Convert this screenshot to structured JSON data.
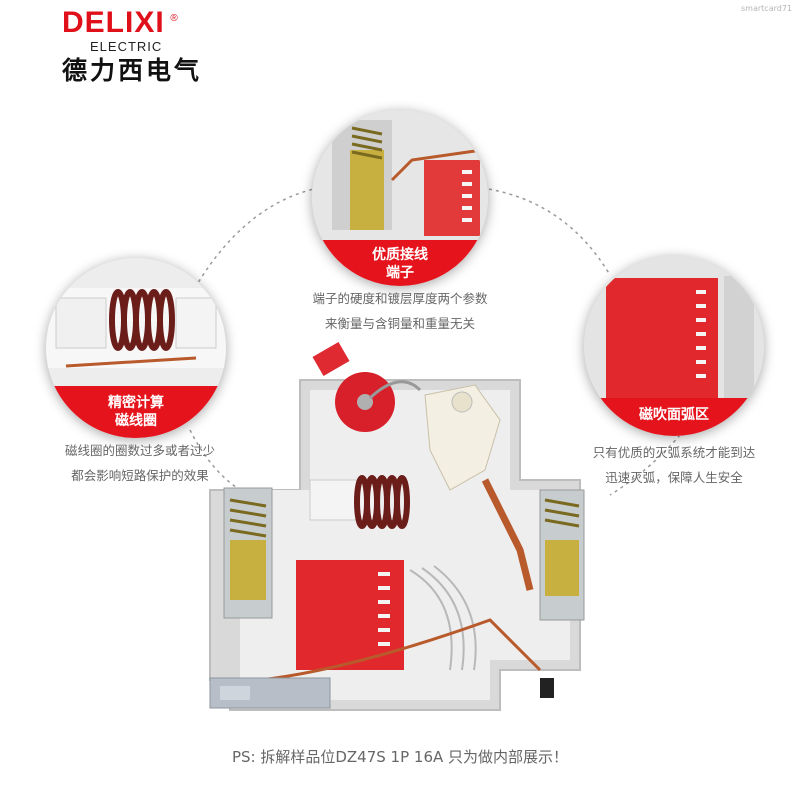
{
  "watermark": "smartcard71",
  "brand": {
    "name": "DELIXI",
    "registered": "®",
    "subtitle": "ELECTRIC",
    "chinese": "德力西电气"
  },
  "callouts": {
    "terminal": {
      "title_line1": "优质接线",
      "title_line2": "端子",
      "desc_line1": "端子的硬度和镀层厚度两个参数",
      "desc_line2": "来衡量与含铜量和重量无关"
    },
    "coil": {
      "title_line1": "精密计算",
      "title_line2": "磁线圈",
      "desc_line1": "磁线圈的圈数过多或者过少",
      "desc_line2": "都会影响短路保护的效果"
    },
    "arc": {
      "title": "磁吹面弧区",
      "desc_line1": "只有优质的灭弧系统才能到达",
      "desc_line2": "迅速灭弧，保障人生安全"
    }
  },
  "caption": "PS: 拆解样品位DZ47S 1P 16A 只为做内部展示！",
  "colors": {
    "brand_red": "#e0101a",
    "label_red": "#e5141c",
    "housing_gray": "#dcdcdc",
    "copper": "#b85a2b"
  }
}
